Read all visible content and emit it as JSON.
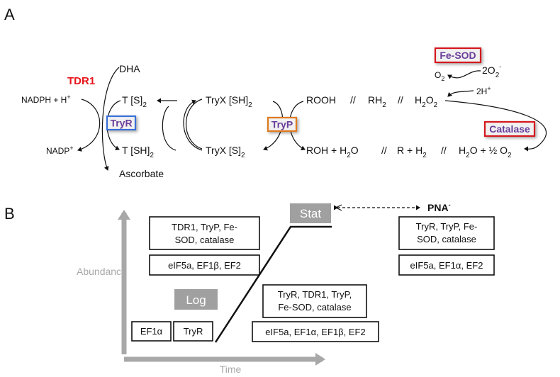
{
  "panel_a": {
    "label": "A",
    "tdr1": "TDR1",
    "dha": "DHA",
    "ascorbate": "Ascorbate",
    "nadph": "NADPH + H",
    "nadph_sup": "+",
    "nadp": "NADP",
    "nadp_sup": "+",
    "t_s2": {
      "base": "T [S]",
      "sub": "2"
    },
    "t_sh2": {
      "base": "T [SH]",
      "sub": "2"
    },
    "tryx_sh2": {
      "base": "TryX [SH]",
      "sub": "2"
    },
    "tryx_s2": {
      "base": "TryX [S]",
      "sub": "2"
    },
    "tryr": "TryR",
    "tryp": "TryP",
    "fe_sod": "Fe-SOD",
    "catalase": "Catalase",
    "rooh": "ROOH",
    "sep": "//",
    "rh2": {
      "base": "RH",
      "sub": "2"
    },
    "h2o2": {
      "h": "H",
      "s1": "2",
      "o": "O",
      "s2": "2"
    },
    "o2": {
      "base": "O",
      "sub": "2"
    },
    "two_o2": {
      "base": "2O",
      "sub": "2",
      "sup": "-"
    },
    "two_h": {
      "base": "2H",
      "sup": "+"
    },
    "roh_h2o": {
      "a": "ROH + H",
      "sub": "2",
      "b": "O"
    },
    "r_h2": {
      "a": "R + H",
      "sub": "2"
    },
    "h2o_half_o2": {
      "a": "H",
      "sub1": "2",
      "b": "O + ½ O",
      "sub2": "2"
    }
  },
  "panel_b": {
    "label": "B",
    "stat": "Stat",
    "log": "Log",
    "pna": "PNA",
    "pna_sup": "-",
    "y_axis": "Abundance",
    "x_axis": "Time",
    "boxes": {
      "stat_enzymes": [
        "TDR1, TryP, Fe-",
        "SOD, catalase"
      ],
      "stat_factors": "eIF5a, EF1β, EF2",
      "log_ef1a": "EF1α",
      "log_tryr": "TryR",
      "transition_enzymes": [
        "TryR, TDR1, TryP,",
        "Fe-SOD, catalase"
      ],
      "transition_factors": "eIF5a, EF1α, EF1β, EF2",
      "pna_enzymes": [
        "TryR, TryP, Fe-",
        "SOD, catalase"
      ],
      "pna_factors": "eIF5a, EF1α, EF2"
    }
  },
  "colors": {
    "tdr1": "#e8141b",
    "tryr_border": "#3a6fd6",
    "tryp_border": "#e07a1f",
    "red_border": "#d6171d",
    "enzyme_text": "#6a3d9a",
    "enzyme_fill": "#f1f1f1",
    "axis_gray": "#a8a8a8",
    "phase_box": "#a0a0a0"
  }
}
